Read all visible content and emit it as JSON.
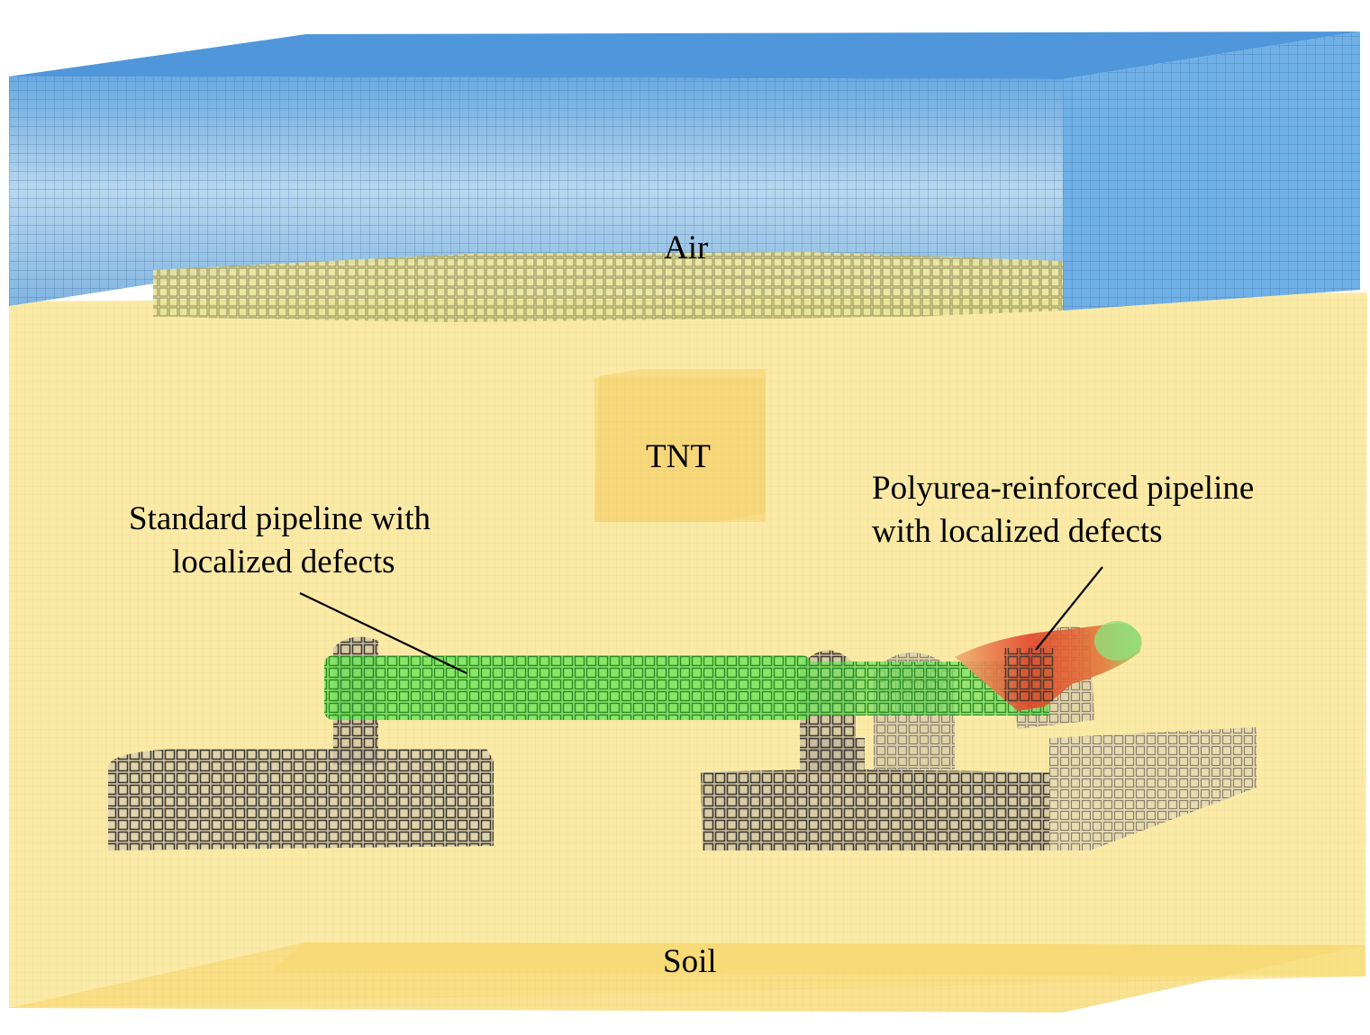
{
  "labels": {
    "air": "Air",
    "tnt": "TNT",
    "soil": "Soil",
    "standard_pipeline": [
      "Standard pipeline with",
      "localized defects"
    ],
    "reinforced_pipeline": [
      "Polyurea-reinforced pipeline",
      "with localized defects"
    ]
  },
  "colors": {
    "air": "#5c9fdc",
    "air_light": "#a9cdea",
    "soil": "#fbeaa6",
    "soil_dark": "#f8dc7c",
    "pipe_green": "#54dd49",
    "defect_red": "#e2452a",
    "support_gray": "#6f6862",
    "leader_line": "#000000"
  },
  "icons": {
    "tnt_block": "tnt-charge-icon"
  }
}
